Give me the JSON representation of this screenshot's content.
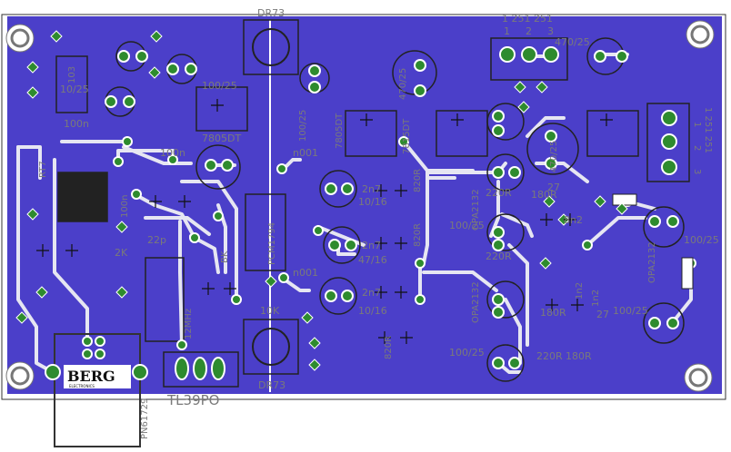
{
  "colors": {
    "board_fill": "#4b3fc9",
    "trace": "#e6e6f2",
    "pad": "#2e8b2e",
    "via": "#2e8b2e",
    "silkscreen": "#7a7a7a",
    "outline": "#333333"
  },
  "icons": {
    "mounting_hole": "mounting-hole-icon",
    "via": "via-diamond-icon",
    "pad": "round-pad-icon"
  },
  "labels": {
    "dr73_top": "DR73",
    "dr73_bottom": "DR73",
    "c_100_25_a": "100/25",
    "c_100_25_b": "100/25",
    "c_100_25_c": "100/25",
    "c_100_25_d": "100/25",
    "c_100_25_e": "100/25",
    "c_100_25_f": "100/25",
    "c_470_25_a": "470/25",
    "c_470_25_b": "470/25",
    "c_470_25_c": "470/25",
    "reg_7805_a": "7805DT",
    "reg_7805_b": "7805DT",
    "reg_7815": "7815DT",
    "c_100n_a": "100n",
    "c_100n_b": "100n",
    "c_100n_c": "100n",
    "l_103": "103",
    "c_10_25": "10/25",
    "ic_rt7": "RT7",
    "r_2k": "2K",
    "c_22p": "22p",
    "xtal": "12MHz",
    "bk": "BK",
    "conn_pcm": "PCM1794",
    "conn_pcm_sub": "PCM",
    "r_10k": "10K",
    "c_2n7_a": "2n7",
    "c_2n7_b": "2n7",
    "c_2n7_c": "2n7",
    "c_10_16_a": "10/16",
    "c_10_16_b": "10/16",
    "c_47_16": "47/16",
    "c_n001_a": "n001",
    "c_n001_b": "n001",
    "r_820r_a": "820R",
    "r_820r_b": "820R",
    "r_820r_c": "820R",
    "opa_a": "OPA2132",
    "opa_b": "OPA2132",
    "opa_c": "OPA2132",
    "r_220r_a": "220R",
    "r_220r_b": "220R",
    "r_220r_c": "220R",
    "r_180r_a": "180R",
    "r_180r_b": "180R",
    "r_180r_c": "180R",
    "c_1n2_a": "1n2",
    "c_1n2_b": "1n2",
    "r_27_a": "27",
    "r_27_b": "27",
    "c_8n2": "8n2",
    "term_top": "1 251 251",
    "term_pin1": "1",
    "term_pin2": "2",
    "term_pin3": "3",
    "term_right": "1 251 251",
    "term_r_pin1": "1",
    "term_r_pin2": "2",
    "term_r_pin3": "3",
    "berg": "BERG",
    "berg_sub": "ELECTRONICS",
    "pn": "PN61729",
    "tl39": "TL39PO"
  }
}
